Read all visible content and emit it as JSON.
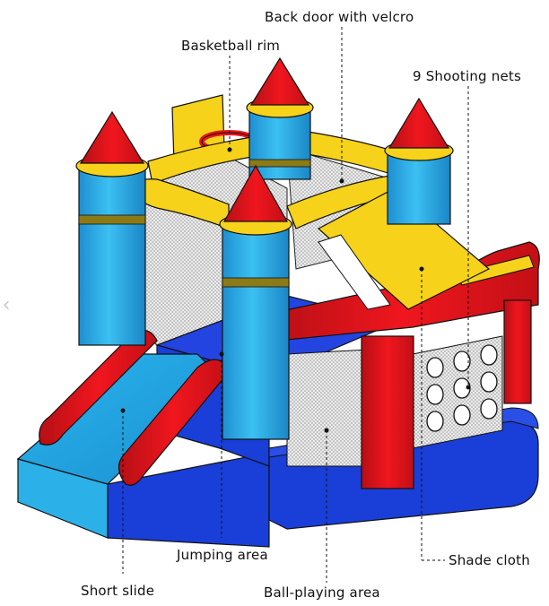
{
  "labels": {
    "back_door": "Back door with velcro",
    "basketball_rim": "Basketball rim",
    "shooting_nets": "9 Shooting nets",
    "jumping_area": "Jumping area",
    "short_slide": "Short slide",
    "ball_playing_area": "Ball-playing area",
    "shade_cloth": "Shade cloth"
  },
  "colors": {
    "red": "#e8141c",
    "yellow": "#f6d21a",
    "blue": "#1a3fd8",
    "light_blue": "#2cb0e8",
    "mesh": "#d8d8d8"
  },
  "nav": {
    "prev_glyph": "‹"
  }
}
